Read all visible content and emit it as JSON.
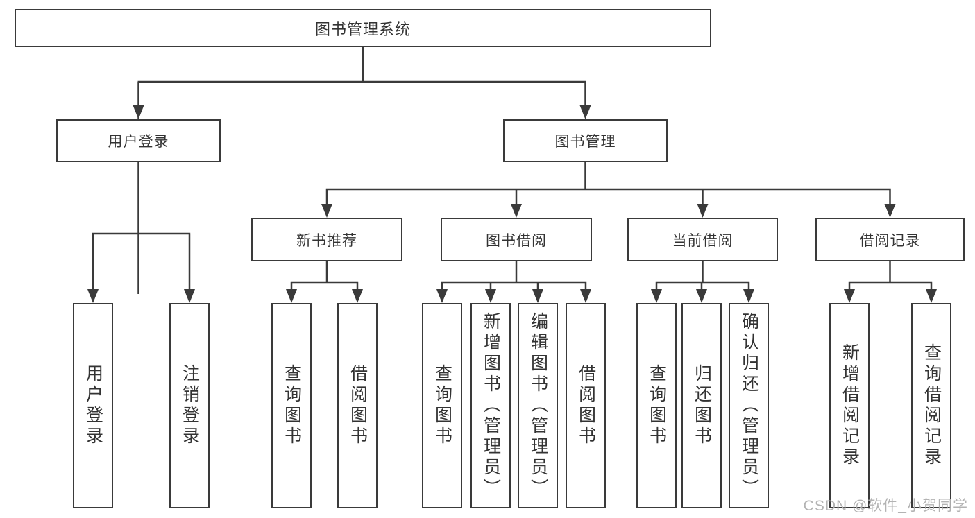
{
  "diagram_type": "hierarchy-tree",
  "colors": {
    "line": "#3a3a3a",
    "text": "#333333",
    "background": "#ffffff",
    "watermark": "#afafaf"
  },
  "tree": {
    "root": {
      "label": "图书管理系统"
    },
    "branches": [
      {
        "label": "用户登录",
        "leaves": [
          {
            "label": "用户登录"
          },
          {
            "label": "注销登录"
          }
        ]
      },
      {
        "label": "图书管理",
        "children": [
          {
            "label": "新书推荐",
            "leaves": [
              {
                "label": "查询图书"
              },
              {
                "label": "借阅图书"
              }
            ]
          },
          {
            "label": "图书借阅",
            "leaves": [
              {
                "label": "查询图书"
              },
              {
                "label": "新增图书（管理员）"
              },
              {
                "label": "编辑图书（管理员）"
              },
              {
                "label": "借阅图书"
              }
            ]
          },
          {
            "label": "当前借阅",
            "leaves": [
              {
                "label": "查询图书"
              },
              {
                "label": "归还图书"
              },
              {
                "label": "确认归还（管理员）"
              }
            ]
          },
          {
            "label": "借阅记录",
            "leaves": [
              {
                "label": "新增借阅记录"
              },
              {
                "label": "查询借阅记录"
              }
            ]
          }
        ]
      }
    ]
  },
  "watermark": {
    "text": "CSDN @软件_小贺同学"
  }
}
